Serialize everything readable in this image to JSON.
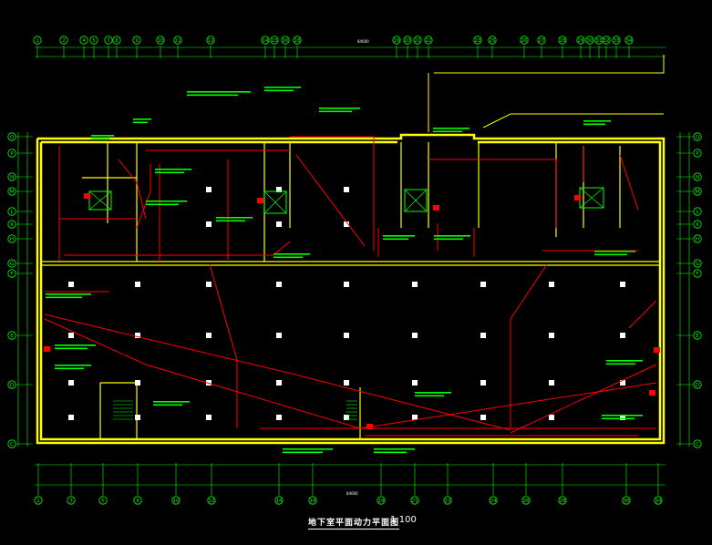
{
  "drawing": {
    "title": "地下室平面动力平面图",
    "scale": "1:100"
  },
  "top_axis": {
    "labels": [
      "1",
      "2",
      "4",
      "5",
      "7",
      "8",
      "9",
      "10",
      "11",
      "12",
      "14",
      "15",
      "16",
      "18",
      "19",
      "20",
      "21",
      "22",
      "23",
      "25",
      "26",
      "27",
      "28",
      "29",
      "30",
      "31",
      "32",
      "33",
      "34"
    ]
  },
  "bottom_axis": {
    "labels": [
      "1",
      "3",
      "5",
      "8",
      "10",
      "12",
      "14",
      "16",
      "19",
      "21",
      "22",
      "24",
      "26",
      "28",
      "30",
      "34"
    ]
  },
  "left_axis": {
    "labels": [
      "Q",
      "P",
      "N",
      "M",
      "L",
      "K",
      "H",
      "G",
      "F",
      "E",
      "D",
      "C"
    ]
  },
  "right_axis": {
    "labels": [
      "Q",
      "P",
      "N",
      "M",
      "L",
      "K",
      "H",
      "G",
      "F",
      "E",
      "D",
      "C"
    ]
  },
  "dimensions": {
    "top_total": "84600",
    "bottom_total": "84600"
  },
  "colors": {
    "background": "#000000",
    "wall": "#ffff00",
    "circuit": "#ff0000",
    "annotation": "#00ff00",
    "axis": "#00ff00",
    "column": "#ffffff",
    "stair": "#00ff00"
  }
}
